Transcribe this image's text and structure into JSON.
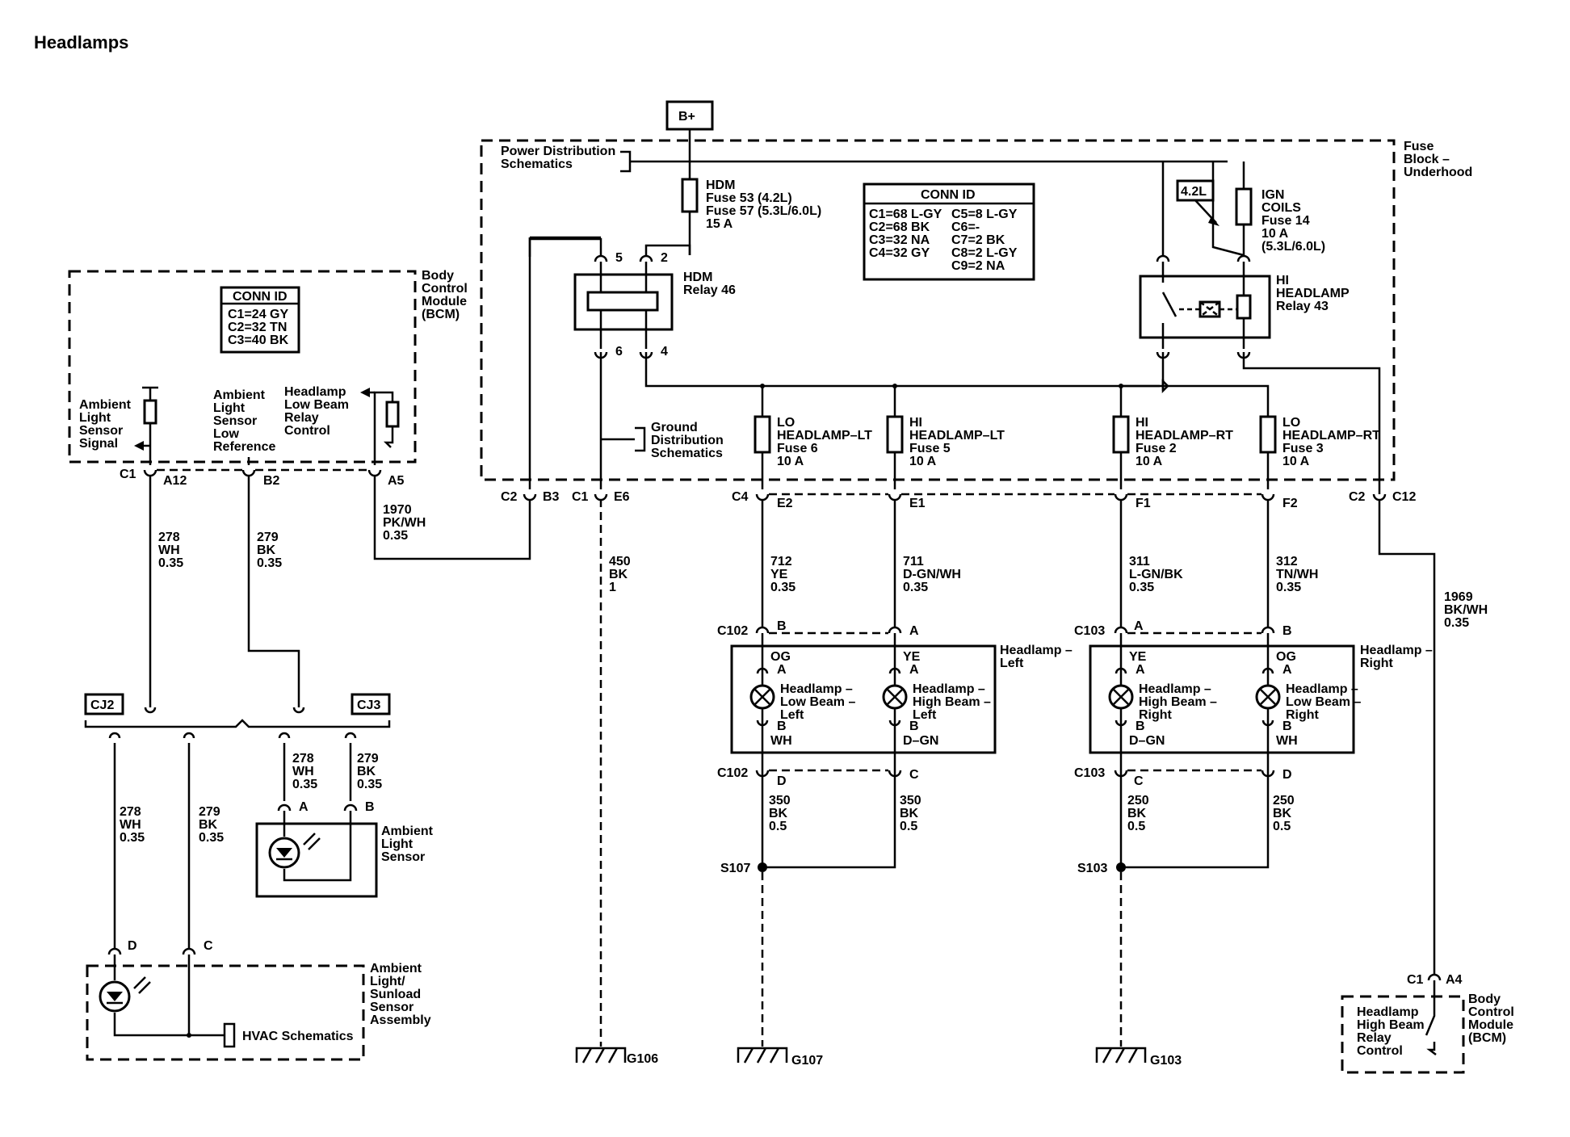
{
  "title": "Headlamps",
  "bplus": "B+",
  "labels": {
    "pds1": "Power Distribution",
    "pds2": "Schematics",
    "fbu1": "Fuse",
    "fbu2": "Block –",
    "fbu3": "Underhood",
    "hdm_fuse1": "HDM",
    "hdm_fuse2": "Fuse 53 (4.2L)",
    "hdm_fuse3": "Fuse 57 (5.3L/6.0L)",
    "hdm_fuse4": "15 A",
    "hdm_relay1": "HDM",
    "hdm_relay2": "Relay 46",
    "pin5": "5",
    "pin2": "2",
    "pin6": "6",
    "pin4": "4",
    "ign1": "IGN",
    "ign2": "COILS",
    "ign3": "Fuse 14",
    "ign4": "10 A",
    "ign5": "(5.3L/6.0L)",
    "l42": "4.2L",
    "hi_relay1": "HI",
    "hi_relay2": "HEADLAMP",
    "hi_relay3": "Relay 43",
    "gds1": "Ground",
    "gds2": "Distribution",
    "gds3": "Schematics",
    "bcm1": "Body",
    "bcm2": "Control",
    "bcm3": "Module",
    "bcm4": "(BCM)",
    "als1": "Ambient",
    "als2": "Light",
    "als3": "Sensor",
    "als4": "Signal",
    "alr1": "Ambient",
    "alr2": "Light",
    "alr3": "Sensor",
    "alr4": "Low",
    "alr5": "Reference",
    "hlb1": "Headlamp",
    "hlb2": "Low Beam",
    "hlb3": "Relay",
    "hlb4": "Control",
    "c1a": "C1",
    "a12": "A12",
    "b2": "B2",
    "a5": "A5",
    "c2b": "C2",
    "b3": "B3",
    "c1e": "C1",
    "e6": "E6",
    "c4": "C4",
    "e2": "E2",
    "e1": "E1",
    "f1": "F1",
    "f2": "F2",
    "c2c": "C2",
    "c12": "C12",
    "w1970a": "1970",
    "w1970b": "PK/WH",
    "w1970c": "0.35",
    "w278a": "278",
    "w278b": "WH",
    "w278c": "0.35",
    "w279a": "279",
    "w279b": "BK",
    "w279c": "0.35",
    "w450a": "450",
    "w450b": "BK",
    "w450c": "1",
    "w712a": "712",
    "w712b": "YE",
    "w712c": "0.35",
    "w711a": "711",
    "w711b": "D-GN/WH",
    "w711c": "0.35",
    "w311a": "311",
    "w311b": "L-GN/BK",
    "w311c": "0.35",
    "w312a": "312",
    "w312b": "TN/WH",
    "w312c": "0.35",
    "w1969a": "1969",
    "w1969b": "BK/WH",
    "w1969c": "0.35",
    "lo_lt1": "LO",
    "lo_lt2": "HEADLAMP–LT",
    "lo_lt3": "Fuse 6",
    "lo_lt4": "10 A",
    "hi_lt1": "HI",
    "hi_lt2": "HEADLAMP–LT",
    "hi_lt3": "Fuse 5",
    "hi_lt4": "10 A",
    "hi_rt1": "HI",
    "hi_rt2": "HEADLAMP–RT",
    "hi_rt3": "Fuse 2",
    "hi_rt4": "10 A",
    "lo_rt1": "LO",
    "lo_rt2": "HEADLAMP–RT",
    "lo_rt3": "Fuse 3",
    "lo_rt4": "10 A",
    "c102a": "C102",
    "c102b": "C102",
    "c103a": "C103",
    "c103b": "C103",
    "pB1": "B",
    "pA1": "A",
    "pA2": "A",
    "pB2": "B",
    "pD1": "D",
    "pC1": "C",
    "pC2": "C",
    "pD2": "D",
    "hl_left1": "Headlamp –",
    "hl_left2": "Left",
    "hl_right1": "Headlamp –",
    "hl_right2": "Right",
    "og1": "OG",
    "ye1": "YE",
    "ye2": "YE",
    "og2": "OG",
    "ia1": "A",
    "ia2": "A",
    "ia3": "A",
    "ia4": "A",
    "ib1": "B",
    "ib2": "B",
    "ib3": "B",
    "ib4": "B",
    "wh1": "WH",
    "dgn1": "D–GN",
    "dgn2": "D–GN",
    "wh2": "WH",
    "llbl1": "Headlamp –",
    "llbl2": "Low Beam –",
    "llbl3": "Left",
    "hbl1": "Headlamp –",
    "hbl2": "High Beam –",
    "hbl3": "Left",
    "hbr1": "Headlamp –",
    "hbr2": "High Beam –",
    "hbr3": "Right",
    "lbr1": "Headlamp –",
    "lbr2": "Low Beam –",
    "lbr3": "Right",
    "w350a": "350",
    "w350b": "BK",
    "w350c": "0.5",
    "w350d": "350",
    "w350e": "BK",
    "w350f": "0.5",
    "w250a": "250",
    "w250b": "BK",
    "w250c": "0.5",
    "w250d": "250",
    "w250e": "BK",
    "w250f": "0.5",
    "s107": "S107",
    "s103": "S103",
    "g106": "G106",
    "g107": "G107",
    "g103": "G103",
    "cj2": "CJ2",
    "cj3": "CJ3",
    "w278d": "278",
    "w278e": "WH",
    "w278f": "0.35",
    "w279d": "279",
    "w279e": "BK",
    "w279f": "0.35",
    "w278g": "278",
    "w278h": "WH",
    "w278i": "0.35",
    "w279g": "279",
    "w279h": "BK",
    "w279i": "0.35",
    "sA": "A",
    "sB": "B",
    "alsens1": "Ambient",
    "alsens2": "Light",
    "alsens3": "Sensor",
    "pD": "D",
    "pC": "C",
    "alsa1": "Ambient",
    "alsa2": "Light/",
    "alsa3": "Sunload",
    "alsa4": "Sensor",
    "alsa5": "Assembly",
    "hvac": "HVAC Schematics",
    "c1r": "C1",
    "a4": "A4",
    "hhb1": "Headlamp",
    "hhb2": "High Beam",
    "hhb3": "Relay",
    "hhb4": "Control",
    "bcmr1": "Body",
    "bcmr2": "Control",
    "bcmr3": "Module",
    "bcmr4": "(BCM)"
  },
  "conn_bcm": {
    "header": "CONN ID",
    "rows": [
      "C1=24 GY",
      "C2=32 TN",
      "C3=40 BK"
    ]
  },
  "conn_fuse": {
    "header": "CONN ID",
    "left": [
      "C1=68 L-GY",
      "C2=68 BK",
      "C3=32 NA",
      "C4=32 GY"
    ],
    "right": [
      "C5=8 L-GY",
      "C6=-",
      "C7=2 BK",
      "C8=2 L-GY",
      "C9=2 NA"
    ]
  }
}
